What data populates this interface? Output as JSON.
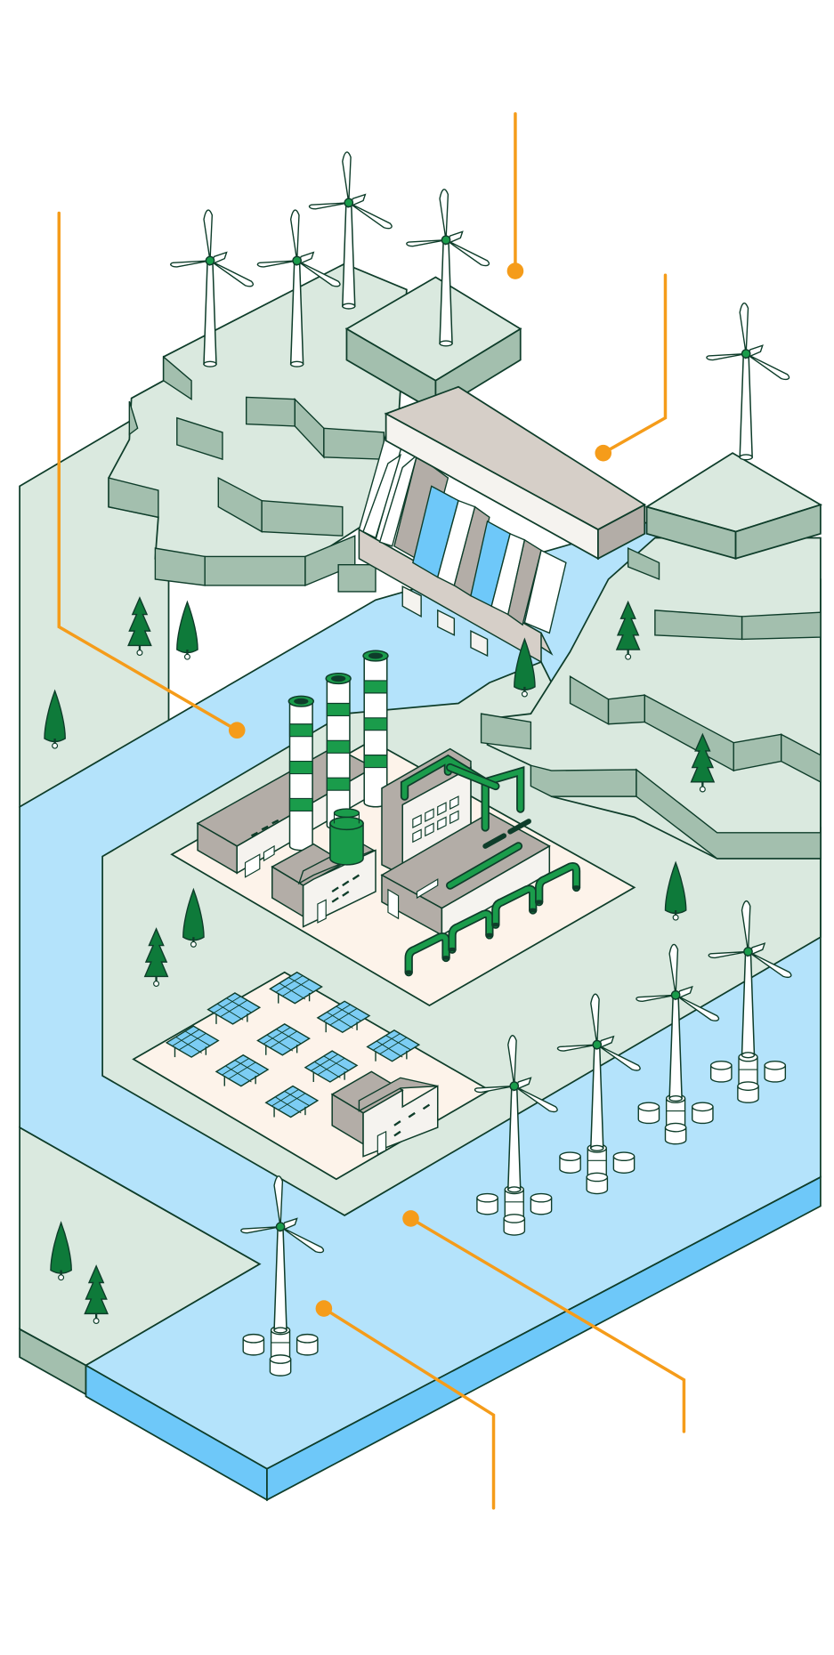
{
  "diagram": {
    "kind": "isometric energy landscape illustration",
    "callout_count": 5,
    "elements": {
      "onshore_wind": "onshore-wind-turbines",
      "hydro": "hydroelectric-dam",
      "thermal": "thermal-power-plant",
      "solar": "solar-farm",
      "offshore_wind": "offshore-wind-turbines",
      "river": "river",
      "sea": "sea"
    }
  },
  "colors": {
    "land": "#dae9df",
    "land_side": "#a3bfae",
    "water": "#b4e3fb",
    "water_side": "#6ec8f9",
    "outline": "#0e3d2a",
    "callout": "#f59c1a",
    "plant_green": "#1a9c4b",
    "tree_green": "#0e7a3a",
    "building_light": "#f5f3ef",
    "building_dark": "#b3ada7",
    "pad": "#fdf3ea",
    "panel": "#7ccdf4",
    "dam_concrete": "#d6cfc8"
  }
}
